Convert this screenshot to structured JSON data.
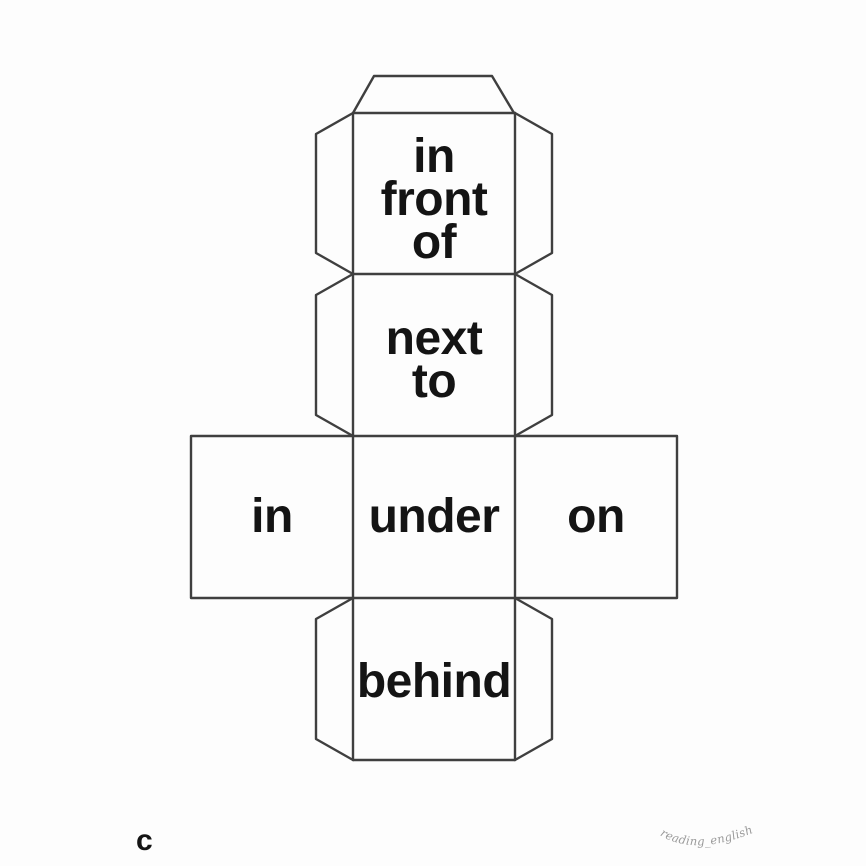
{
  "net": {
    "faces": [
      {
        "label": "in front of",
        "lines": [
          "in",
          "front",
          "of"
        ]
      },
      {
        "label": "next to",
        "lines": [
          "next",
          "to"
        ]
      },
      {
        "label": "in",
        "lines": [
          "in"
        ]
      },
      {
        "label": "under",
        "lines": [
          "under"
        ]
      },
      {
        "label": "on",
        "lines": [
          "on"
        ]
      },
      {
        "label": "behind",
        "lines": [
          "behind"
        ]
      }
    ]
  },
  "footer": {
    "page_label": "c"
  },
  "watermark": {
    "text": "reading_english"
  },
  "colors": {
    "background": "#fdfdfd",
    "line": "#3f3f3f",
    "text": "#141414",
    "watermark": "#9a9a9a"
  }
}
